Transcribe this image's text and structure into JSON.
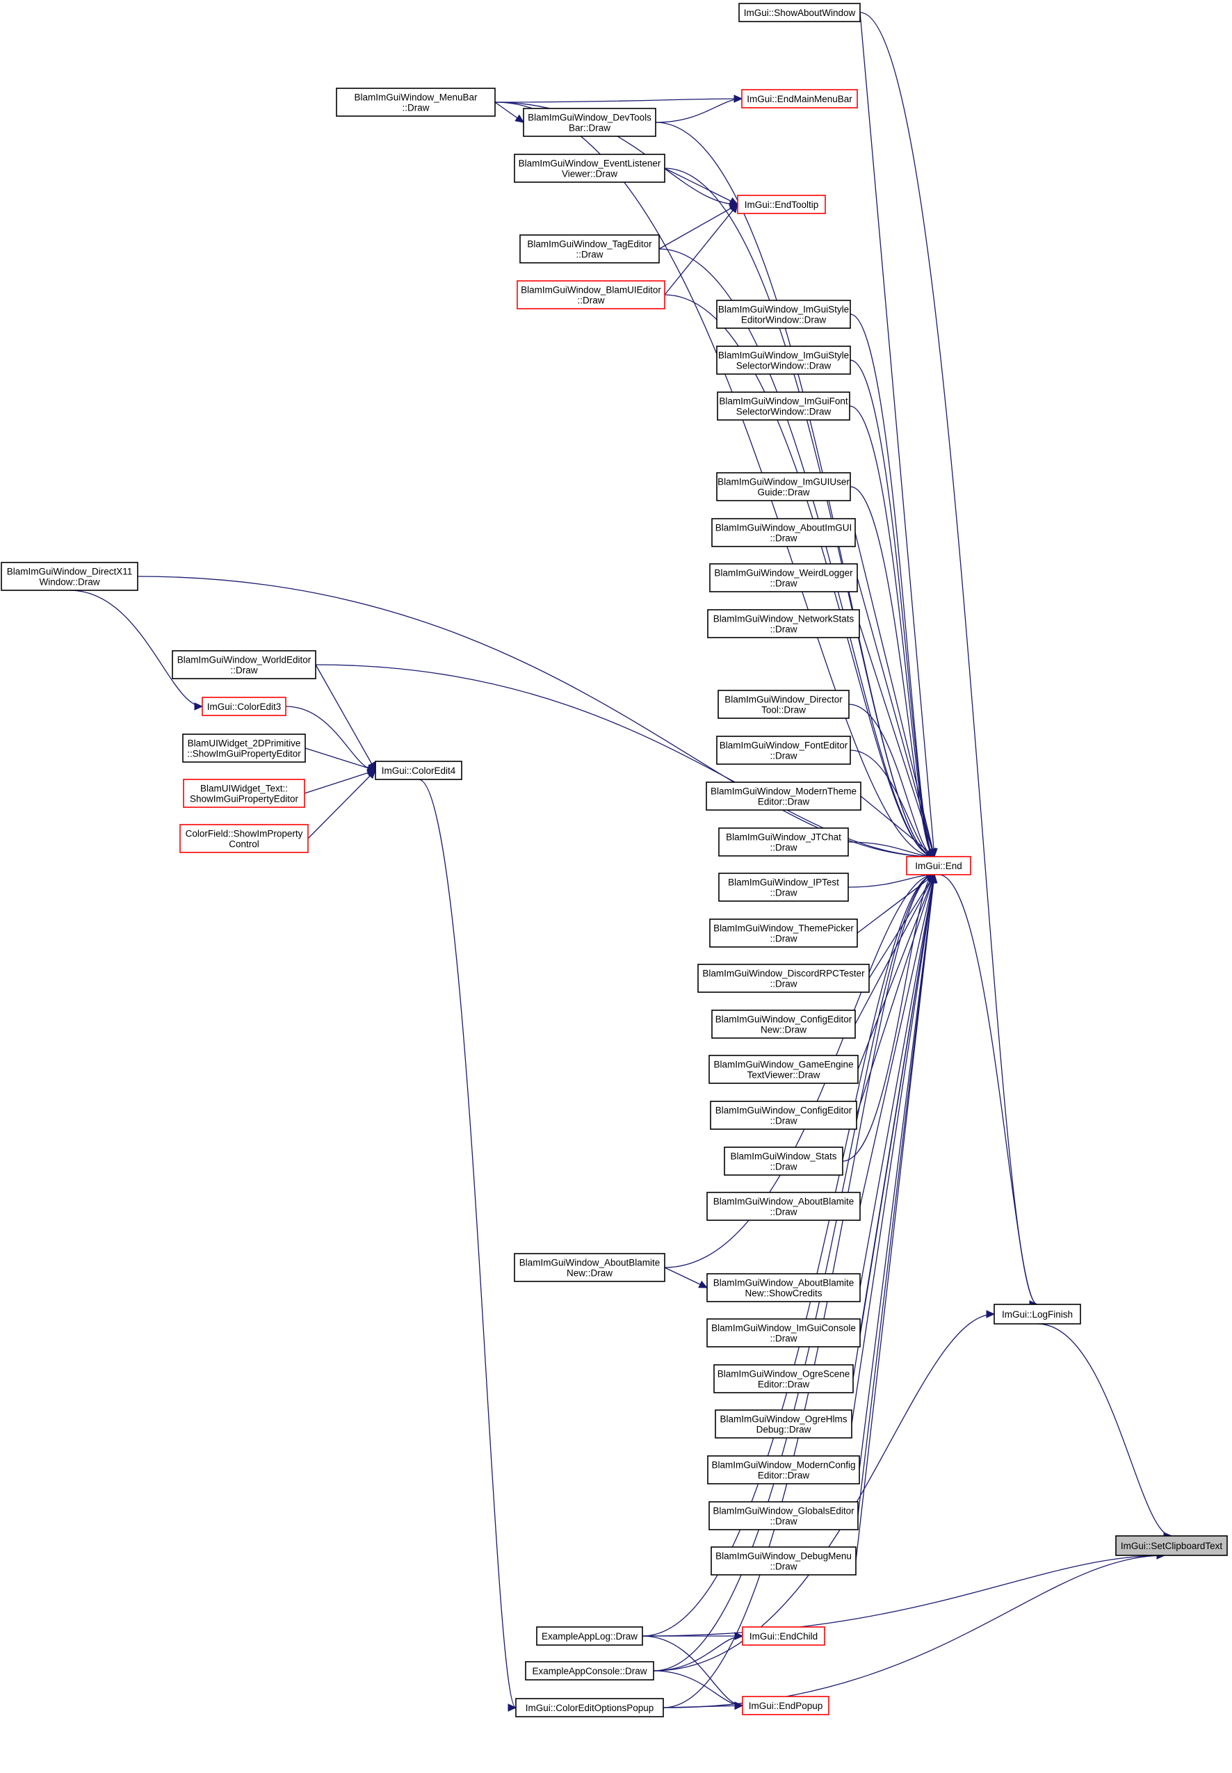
{
  "nodes": [
    {
      "id": "target",
      "lines": [
        "ImGui::SetClipboardText"
      ],
      "style": "focus"
    },
    {
      "id": "logfinish",
      "lines": [
        "ImGui::LogFinish"
      ],
      "style": "normal"
    },
    {
      "id": "end",
      "lines": [
        "ImGui::End"
      ],
      "style": "trunc"
    },
    {
      "id": "endchild",
      "lines": [
        "ImGui::EndChild"
      ],
      "style": "trunc"
    },
    {
      "id": "endpopup",
      "lines": [
        "ImGui::EndPopup"
      ],
      "style": "trunc"
    },
    {
      "id": "endmainmenubar",
      "lines": [
        "ImGui::EndMainMenuBar"
      ],
      "style": "trunc"
    },
    {
      "id": "endtooltip",
      "lines": [
        "ImGui::EndTooltip"
      ],
      "style": "trunc"
    },
    {
      "id": "showabout",
      "lines": [
        "ImGui::ShowAboutWindow"
      ],
      "style": "normal"
    },
    {
      "id": "menubar",
      "lines": [
        "BlamImGuiWindow_MenuBar",
        "::Draw"
      ],
      "style": "normal"
    },
    {
      "id": "devtools",
      "lines": [
        "BlamImGuiWindow_DevTools",
        "Bar::Draw"
      ],
      "style": "normal"
    },
    {
      "id": "eventlistener",
      "lines": [
        "BlamImGuiWindow_EventListener",
        "Viewer::Draw"
      ],
      "style": "normal"
    },
    {
      "id": "tageditor",
      "lines": [
        "BlamImGuiWindow_TagEditor",
        "::Draw"
      ],
      "style": "normal"
    },
    {
      "id": "blamuieditor",
      "lines": [
        "BlamImGuiWindow_BlamUIEditor",
        "::Draw"
      ],
      "style": "trunc"
    },
    {
      "id": "styleeditor",
      "lines": [
        "BlamImGuiWindow_ImGuiStyle",
        "EditorWindow::Draw"
      ],
      "style": "normal"
    },
    {
      "id": "styleselector",
      "lines": [
        "BlamImGuiWindow_ImGuiStyle",
        "SelectorWindow::Draw"
      ],
      "style": "normal"
    },
    {
      "id": "fontselector",
      "lines": [
        "BlamImGuiWindow_ImGuiFont",
        "SelectorWindow::Draw"
      ],
      "style": "normal"
    },
    {
      "id": "directx11",
      "lines": [
        "BlamImGuiWindow_DirectX11",
        "Window::Draw"
      ],
      "style": "normal"
    },
    {
      "id": "userguide",
      "lines": [
        "BlamImGuiWindow_ImGUIUser",
        "Guide::Draw"
      ],
      "style": "normal"
    },
    {
      "id": "aboutimgui",
      "lines": [
        "BlamImGuiWindow_AboutImGUI",
        "::Draw"
      ],
      "style": "normal"
    },
    {
      "id": "weirdlogger",
      "lines": [
        "BlamImGuiWindow_WeirdLogger",
        "::Draw"
      ],
      "style": "normal"
    },
    {
      "id": "networkstats",
      "lines": [
        "BlamImGuiWindow_NetworkStats",
        "::Draw"
      ],
      "style": "normal"
    },
    {
      "id": "worldeditor",
      "lines": [
        "BlamImGuiWindow_WorldEditor",
        "::Draw"
      ],
      "style": "normal"
    },
    {
      "id": "coloredit3",
      "lines": [
        "ImGui::ColorEdit3"
      ],
      "style": "trunc"
    },
    {
      "id": "coloredit4",
      "lines": [
        "ImGui::ColorEdit4"
      ],
      "style": "normal"
    },
    {
      "id": "primitive2d",
      "lines": [
        "BlamUIWidget_2DPrimitive",
        "::ShowImGuiPropertyEditor"
      ],
      "style": "normal"
    },
    {
      "id": "widgettext",
      "lines": [
        "BlamUIWidget_Text::",
        "ShowImGuiPropertyEditor"
      ],
      "style": "trunc"
    },
    {
      "id": "colorfield",
      "lines": [
        "ColorField::ShowImProperty",
        "Control"
      ],
      "style": "trunc"
    },
    {
      "id": "directortool",
      "lines": [
        "BlamImGuiWindow_Director",
        "Tool::Draw"
      ],
      "style": "normal"
    },
    {
      "id": "fonteditor",
      "lines": [
        "BlamImGuiWindow_FontEditor",
        "::Draw"
      ],
      "style": "normal"
    },
    {
      "id": "moderntheme",
      "lines": [
        "BlamImGuiWindow_ModernTheme",
        "Editor::Draw"
      ],
      "style": "normal"
    },
    {
      "id": "jtchat",
      "lines": [
        "BlamImGuiWindow_JTChat",
        "::Draw"
      ],
      "style": "normal"
    },
    {
      "id": "iptest",
      "lines": [
        "BlamImGuiWindow_IPTest",
        "::Draw"
      ],
      "style": "normal"
    },
    {
      "id": "themepicker",
      "lines": [
        "BlamImGuiWindow_ThemePicker",
        "::Draw"
      ],
      "style": "normal"
    },
    {
      "id": "discordrpc",
      "lines": [
        "BlamImGuiWindow_DiscordRPCTester",
        "::Draw"
      ],
      "style": "normal"
    },
    {
      "id": "configeditornew",
      "lines": [
        "BlamImGuiWindow_ConfigEditor",
        "New::Draw"
      ],
      "style": "normal"
    },
    {
      "id": "gameengine",
      "lines": [
        "BlamImGuiWindow_GameEngine",
        "TextViewer::Draw"
      ],
      "style": "normal"
    },
    {
      "id": "configeditor",
      "lines": [
        "BlamImGuiWindow_ConfigEditor",
        "::Draw"
      ],
      "style": "normal"
    },
    {
      "id": "stats",
      "lines": [
        "BlamImGuiWindow_Stats",
        "::Draw"
      ],
      "style": "normal"
    },
    {
      "id": "aboutblamite",
      "lines": [
        "BlamImGuiWindow_AboutBlamite",
        "::Draw"
      ],
      "style": "normal"
    },
    {
      "id": "aboutblamitenew",
      "lines": [
        "BlamImGuiWindow_AboutBlamite",
        "New::Draw"
      ],
      "style": "normal"
    },
    {
      "id": "showcredits",
      "lines": [
        "BlamImGuiWindow_AboutBlamite",
        "New::ShowCredits"
      ],
      "style": "normal"
    },
    {
      "id": "imguiconsole",
      "lines": [
        "BlamImGuiWindow_ImGuiConsole",
        "::Draw"
      ],
      "style": "normal"
    },
    {
      "id": "ogrescene",
      "lines": [
        "BlamImGuiWindow_OgreScene",
        "Editor::Draw"
      ],
      "style": "normal"
    },
    {
      "id": "ogrehlms",
      "lines": [
        "BlamImGuiWindow_OgreHlms",
        "Debug::Draw"
      ],
      "style": "normal"
    },
    {
      "id": "modernconfig",
      "lines": [
        "BlamImGuiWindow_ModernConfig",
        "Editor::Draw"
      ],
      "style": "normal"
    },
    {
      "id": "globalseditor",
      "lines": [
        "BlamImGuiWindow_GlobalsEditor",
        "::Draw"
      ],
      "style": "normal"
    },
    {
      "id": "debugmenu",
      "lines": [
        "BlamImGuiWindow_DebugMenu",
        "::Draw"
      ],
      "style": "normal"
    },
    {
      "id": "applog",
      "lines": [
        "ExampleAppLog::Draw"
      ],
      "style": "normal"
    },
    {
      "id": "appconsole",
      "lines": [
        "ExampleAppConsole::Draw"
      ],
      "style": "normal"
    },
    {
      "id": "coloreditoptions",
      "lines": [
        "ImGui::ColorEditOptionsPopup"
      ],
      "style": "normal"
    }
  ],
  "edges": [
    [
      "logfinish",
      "target"
    ],
    [
      "applog",
      "target"
    ],
    [
      "coloreditoptions",
      "target"
    ],
    [
      "end",
      "logfinish"
    ],
    [
      "showabout",
      "logfinish"
    ],
    [
      "appconsole",
      "logfinish"
    ],
    [
      "menubar",
      "end"
    ],
    [
      "devtools",
      "end"
    ],
    [
      "eventlistener",
      "end"
    ],
    [
      "tageditor",
      "end"
    ],
    [
      "blamuieditor",
      "end"
    ],
    [
      "styleeditor",
      "end"
    ],
    [
      "styleselector",
      "end"
    ],
    [
      "fontselector",
      "end"
    ],
    [
      "directx11",
      "end"
    ],
    [
      "userguide",
      "end"
    ],
    [
      "aboutimgui",
      "end"
    ],
    [
      "weirdlogger",
      "end"
    ],
    [
      "networkstats",
      "end"
    ],
    [
      "worldeditor",
      "end"
    ],
    [
      "directortool",
      "end"
    ],
    [
      "fonteditor",
      "end"
    ],
    [
      "moderntheme",
      "end"
    ],
    [
      "jtchat",
      "end"
    ],
    [
      "iptest",
      "end"
    ],
    [
      "themepicker",
      "end"
    ],
    [
      "discordrpc",
      "end"
    ],
    [
      "configeditornew",
      "end"
    ],
    [
      "gameengine",
      "end"
    ],
    [
      "configeditor",
      "end"
    ],
    [
      "stats",
      "end"
    ],
    [
      "aboutblamite",
      "end"
    ],
    [
      "aboutblamitenew",
      "end"
    ],
    [
      "showcredits",
      "end"
    ],
    [
      "imguiconsole",
      "end"
    ],
    [
      "ogrescene",
      "end"
    ],
    [
      "ogrehlms",
      "end"
    ],
    [
      "modernconfig",
      "end"
    ],
    [
      "globalseditor",
      "end"
    ],
    [
      "debugmenu",
      "end"
    ],
    [
      "applog",
      "end"
    ],
    [
      "appconsole",
      "end"
    ],
    [
      "coloreditoptions",
      "end"
    ],
    [
      "showabout",
      "end"
    ],
    [
      "menubar",
      "endmainmenubar"
    ],
    [
      "devtools",
      "endmainmenubar"
    ],
    [
      "menubar",
      "devtools"
    ],
    [
      "menubar",
      "endtooltip"
    ],
    [
      "eventlistener",
      "endtooltip"
    ],
    [
      "tageditor",
      "endtooltip"
    ],
    [
      "blamuieditor",
      "endtooltip"
    ],
    [
      "directx11",
      "coloredit3"
    ],
    [
      "coloredit3",
      "coloredit4"
    ],
    [
      "worldeditor",
      "coloredit4"
    ],
    [
      "primitive2d",
      "coloredit4"
    ],
    [
      "widgettext",
      "coloredit4"
    ],
    [
      "colorfield",
      "coloredit4"
    ],
    [
      "coloredit4",
      "coloreditoptions"
    ],
    [
      "aboutblamitenew",
      "showcredits"
    ],
    [
      "applog",
      "endchild"
    ],
    [
      "appconsole",
      "endchild"
    ],
    [
      "applog",
      "endpopup"
    ],
    [
      "appconsole",
      "endpopup"
    ],
    [
      "coloreditoptions",
      "endpopup"
    ]
  ]
}
